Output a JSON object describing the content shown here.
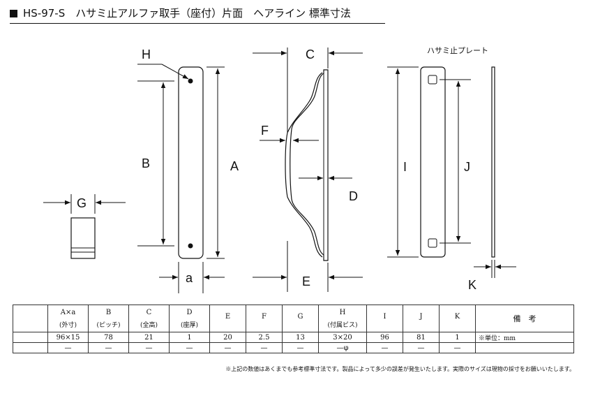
{
  "title": {
    "main": "HS-97-S　ハサミ止アルファ取手（座付）片面　ヘアライン",
    "standard": "標準寸法"
  },
  "labels": {
    "H": "H",
    "B": "B",
    "A": "A",
    "a": "a",
    "C": "C",
    "F": "F",
    "D": "D",
    "E": "E",
    "G": "G",
    "I": "I",
    "J": "J",
    "K": "K",
    "plate": "ハサミ止プレート"
  },
  "table": {
    "headers": [
      {
        "key": "A×a",
        "sub": "(外寸)"
      },
      {
        "key": "B",
        "sub": "(ピッチ)"
      },
      {
        "key": "C",
        "sub": "(全高)"
      },
      {
        "key": "D",
        "sub": "(座厚)"
      },
      {
        "key": "E",
        "sub": ""
      },
      {
        "key": "F",
        "sub": ""
      },
      {
        "key": "G",
        "sub": ""
      },
      {
        "key": "H",
        "sub": "(付属ビス)"
      },
      {
        "key": "I",
        "sub": ""
      },
      {
        "key": "J",
        "sub": ""
      },
      {
        "key": "K",
        "sub": ""
      }
    ],
    "remarks_header": "備　考",
    "row1": [
      "96×15",
      "78",
      "21",
      "1",
      "20",
      "2.5",
      "13",
      "3×20",
      "96",
      "81",
      "1"
    ],
    "row1_note": "※単位：mm",
    "row2": [
      "—",
      "—",
      "—",
      "—",
      "—",
      "—",
      "—",
      "—φ",
      "—",
      "—",
      "—"
    ],
    "row2_note": ""
  },
  "footnote": "※上記の数値はあくまでも参考標準寸法です。製品によって多少の誤差が発生いたします。実際のサイズは現物の採寸をお願いいたします。"
}
